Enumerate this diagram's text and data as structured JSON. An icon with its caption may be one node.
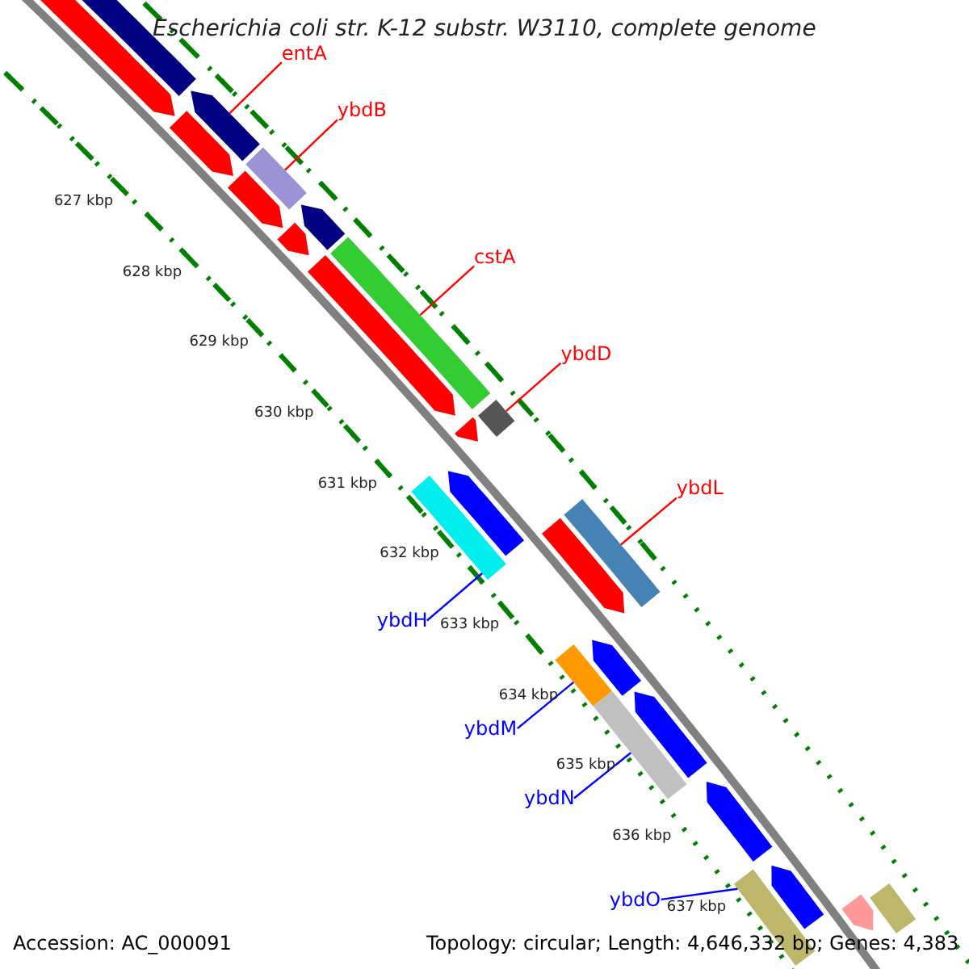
{
  "diagram": {
    "title": "Escherichia coli str. K-12 substr. W3110, complete genome",
    "nodes": [
      {
        "text": [
          "entA"
        ]
      },
      {
        "text": [
          "ybdB"
        ]
      },
      {
        "text": [
          "cstA"
        ]
      },
      {
        "text": [
          "ybdD"
        ]
      },
      {
        "text": [
          "ybdL"
        ]
      },
      {
        "text": [
          "ybdH"
        ]
      },
      {
        "text": [
          "ybdM"
        ]
      },
      {
        "text": [
          "ybdN"
        ]
      },
      {
        "text": [
          "ybdO"
        ]
      },
      {
        "text": [],
        "shape": "bar"
      },
      {
        "text": [],
        "shape": "bar"
      },
      {
        "text": [],
        "shape": "bar"
      },
      {
        "text": [],
        "shape": "bar"
      },
      {
        "text": [],
        "shape": "bar"
      },
      {
        "text": [],
        "shape": "bar"
      },
      {
        "text": [],
        "shape": "bar"
      },
      {
        "text": [],
        "shape": "bar"
      },
      {
        "text": [],
        "shape": "bar"
      },
      {
        "text": [],
        "shape": "bar"
      },
      {
        "text": [],
        "shape": "bar"
      },
      {
        "text": [],
        "shape": "bar"
      },
      {
        "text": [],
        "shape": "bar"
      },
      {
        "text": [],
        "shape": "bar"
      },
      {
        "text": [],
        "shape": "bar"
      },
      {
        "text": [],
        "shape": "bar"
      },
      {
        "text": [],
        "shape": "bar"
      },
      {
        "text": [],
        "shape": "bar"
      },
      {
        "text": [],
        "shape": "bar"
      },
      {
        "text": [],
        "shape": "bar"
      },
      {
        "text": [],
        "shape": "bar"
      },
      {
        "text": [],
        "shape": "bar"
      },
      {
        "text": [],
        "shape": "bar"
      },
      {
        "text": [],
        "shape": "bar"
      },
      {
        "text": [],
        "shape": "bar"
      }
    ],
    "edges": [
      {
        "from": 0,
        "to": 9,
        "arrow": "none"
      },
      {
        "from": 1,
        "to": 10,
        "arrow": "none"
      },
      {
        "from": 2,
        "to": 11,
        "arrow": "none"
      },
      {
        "from": 3,
        "to": 12,
        "arrow": "none"
      },
      {
        "from": 4,
        "to": 13,
        "arrow": "none"
      },
      {
        "from": 5,
        "to": 14,
        "arrow": "none",
        "color": "#0000ff"
      },
      {
        "from": 6,
        "to": 15,
        "arrow": "none",
        "color": "#0000ff"
      },
      {
        "from": 7,
        "to": 16,
        "arrow": "none",
        "color": "#0000ff"
      },
      {
        "from": 8,
        "to": 17,
        "arrow": "none",
        "color": "#0000ff"
      }
    ],
    "labels": [
      "627 kbp",
      "628 kbp",
      "629 kbp",
      "630 kbp",
      "631 kbp",
      "632 kbp",
      "633 kbp",
      "634 kbp",
      "635 kbp",
      "636 kbp",
      "637 kbp",
      "Accession: AC_000091",
      "Topology: circular; Length: 4,646,332 bp; Genes: 4,383"
    ]
  }
}
